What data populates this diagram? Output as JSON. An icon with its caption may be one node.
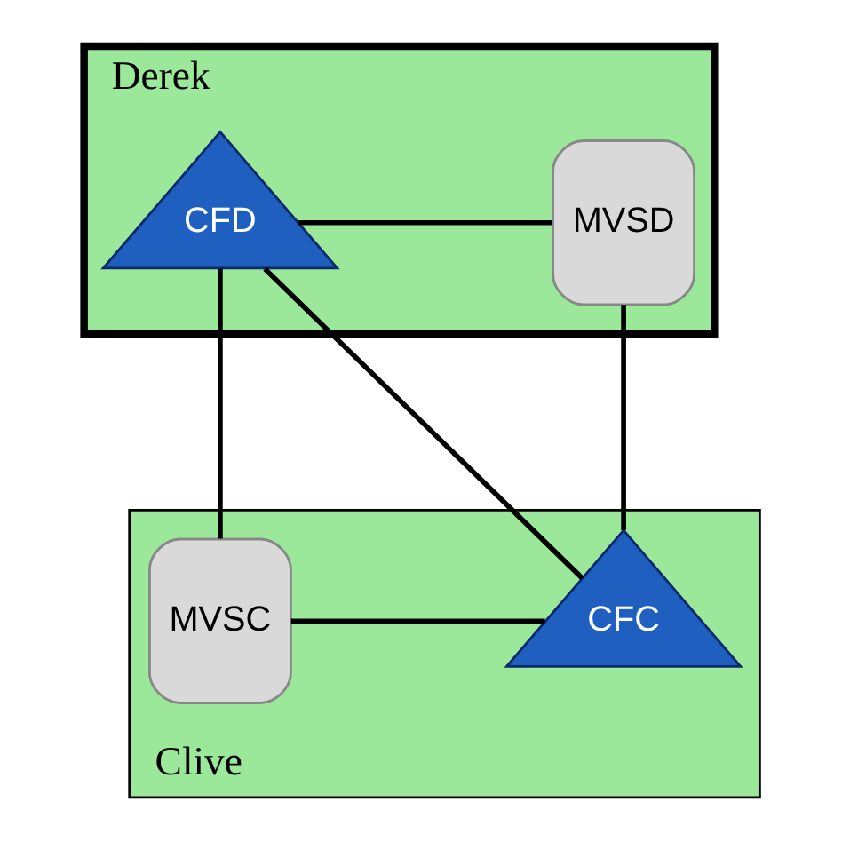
{
  "diagram": {
    "nodes": [
      {
        "text": [
          "Derek"
        ]
      },
      {
        "text": [
          "MVSD"
        ],
        "in": 0
      },
      {
        "text": [
          "CFD"
        ],
        "in": 0
      },
      {
        "text": [
          "Clive"
        ]
      },
      {
        "text": [
          "MVSC"
        ],
        "in": 3
      },
      {
        "text": [
          "CFC"
        ],
        "in": 3
      }
    ],
    "edges": [
      {
        "from": 1,
        "to": 2,
        "arrow": "none"
      },
      {
        "from": 1,
        "to": 5,
        "arrow": "none"
      },
      {
        "from": 4,
        "to": 2,
        "arrow": "none"
      },
      {
        "from": 4,
        "to": 5,
        "arrow": "none"
      },
      {
        "from": 2,
        "to": 5,
        "arrow": "none"
      }
    ]
  }
}
